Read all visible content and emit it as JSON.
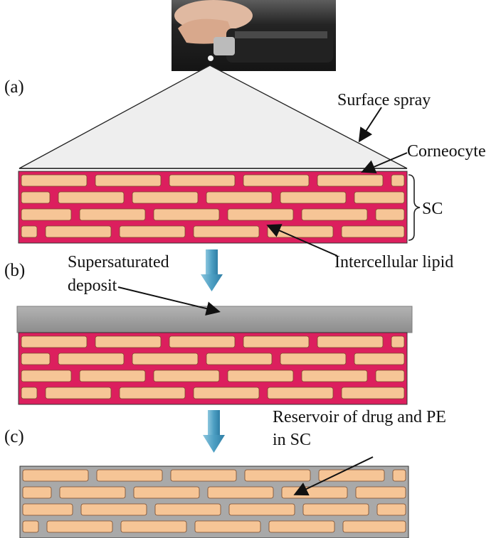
{
  "panels": {
    "a": "(a)",
    "b": "(b)",
    "c": "(c)"
  },
  "labels": {
    "surface_spray": "Surface spray",
    "corneocyte": "Corneocyte",
    "sc": "SC",
    "intercellular_lipid": "Intercellular lipid",
    "supersaturated_line1": "Supersaturated",
    "supersaturated_line2": "deposit",
    "reservoir_line1": "Reservoir of drug and PE",
    "reservoir_line2": "in SC"
  },
  "colors": {
    "corneocyte": "#f6c596",
    "lipid": "#dc1f5e",
    "drug_reservoir": "#a9a9a9",
    "deposit": "#9a9a9a",
    "flow_arrow": "#5aa6c6",
    "spray_cone": "#eeeeee"
  }
}
